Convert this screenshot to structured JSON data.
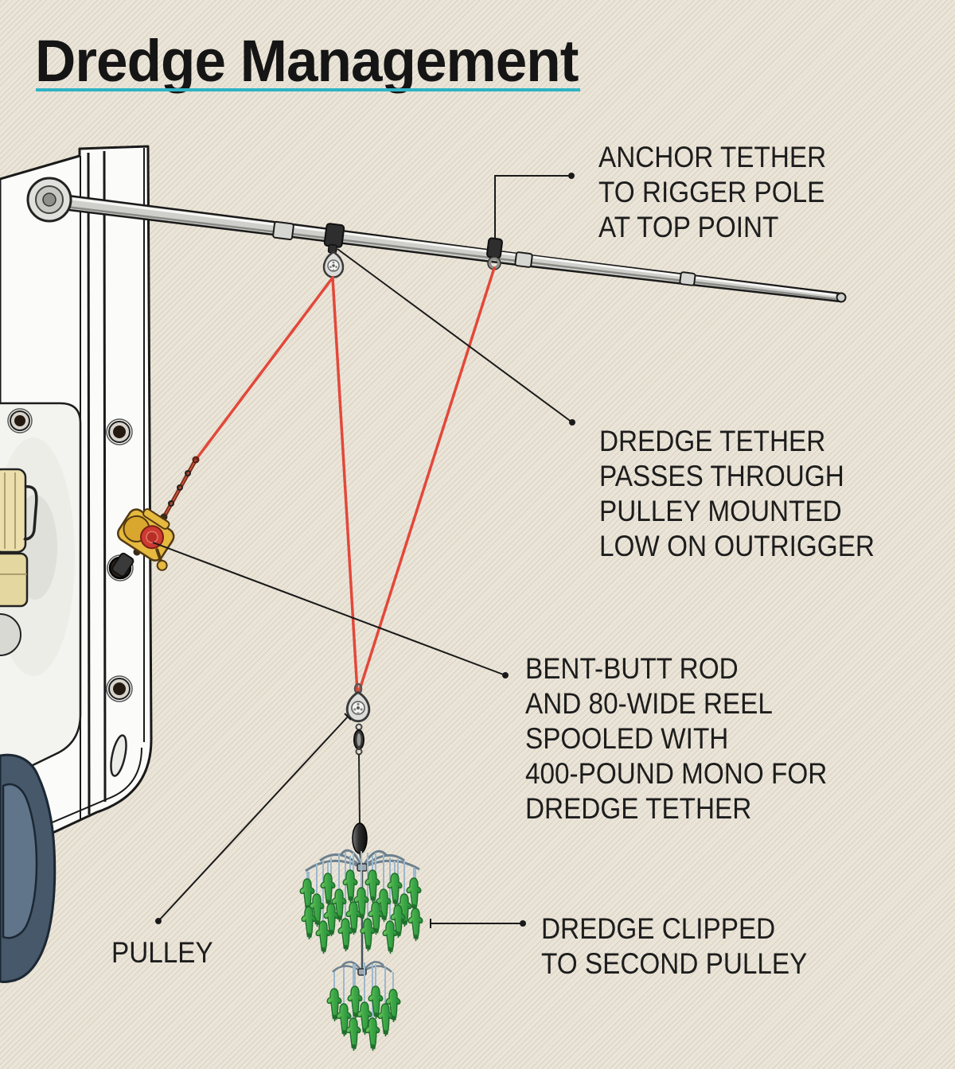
{
  "title": "Dredge Management",
  "annotations": {
    "anchor_tether": {
      "lines": [
        "ANCHOR TETHER",
        "TO RIGGER POLE",
        "AT TOP POINT"
      ]
    },
    "dredge_tether": {
      "lines": [
        "DREDGE TETHER",
        "PASSES THROUGH",
        "PULLEY MOUNTED",
        "LOW ON OUTRIGGER"
      ]
    },
    "bent_butt": {
      "lines": [
        "BENT-BUTT ROD",
        "AND 80-WIDE REEL",
        "SPOOLED WITH",
        "400-POUND MONO FOR",
        "DREDGE TETHER"
      ]
    },
    "pulley": {
      "lines": [
        "PULLEY"
      ]
    },
    "dredge_clipped": {
      "lines": [
        "DREDGE CLIPPED",
        "TO SECOND PULLEY"
      ]
    }
  },
  "colors": {
    "accent_underline": "#2fb3c4",
    "tether_line": "#e2483a",
    "squid_green": "#3aa746",
    "background": "#eae4d7",
    "text": "#1d1d1d"
  }
}
